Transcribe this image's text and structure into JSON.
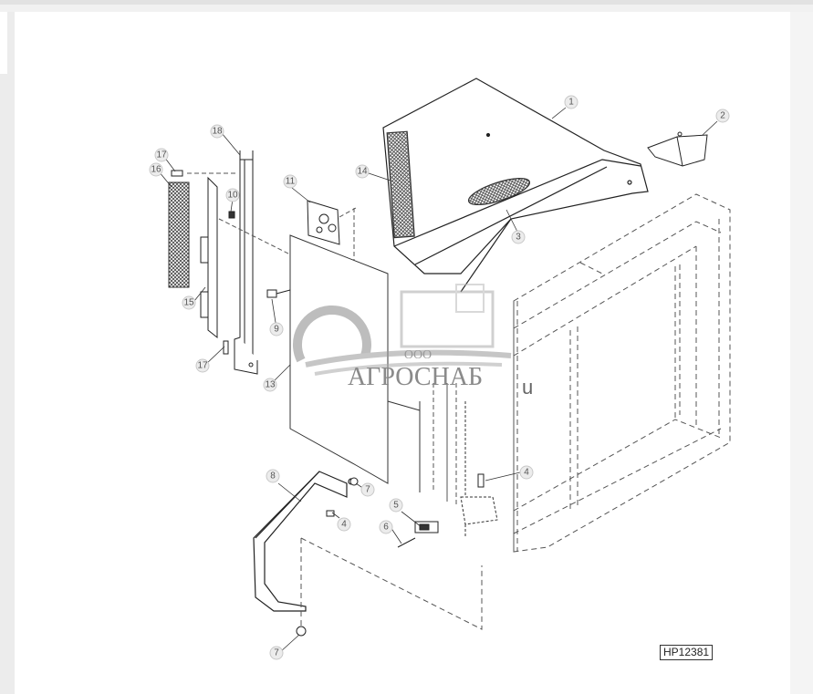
{
  "viewer": {
    "figure_id": "HP12381"
  },
  "watermark": {
    "company_prefix": "ООО",
    "company_name": "АГРОСНАБ",
    "suffix": "u",
    "color": "#9a9a9a"
  },
  "diagram": {
    "type": "exploded-parts-diagram",
    "callouts": [
      {
        "id": "1",
        "label": "1",
        "part": "top-cover-panel"
      },
      {
        "id": "2",
        "label": "2",
        "part": "bracket"
      },
      {
        "id": "3",
        "label": "3",
        "part": "screen-insert"
      },
      {
        "id": "4a",
        "label": "4",
        "part": "bolt"
      },
      {
        "id": "4b",
        "label": "4",
        "part": "bolt"
      },
      {
        "id": "5",
        "label": "5",
        "part": "latch"
      },
      {
        "id": "6",
        "label": "6",
        "part": "screw"
      },
      {
        "id": "7a",
        "label": "7",
        "part": "nut"
      },
      {
        "id": "7b",
        "label": "7",
        "part": "nut"
      },
      {
        "id": "8",
        "label": "8",
        "part": "support-arm"
      },
      {
        "id": "9",
        "label": "9",
        "part": "clip"
      },
      {
        "id": "10",
        "label": "10",
        "part": "nut-clip"
      },
      {
        "id": "11",
        "label": "11",
        "part": "decal-plate"
      },
      {
        "id": "13",
        "label": "13",
        "part": "side-panel"
      },
      {
        "id": "14",
        "label": "14",
        "part": "side-screen"
      },
      {
        "id": "15",
        "label": "15",
        "part": "hinge-plate"
      },
      {
        "id": "16",
        "label": "16",
        "part": "screen"
      },
      {
        "id": "17a",
        "label": "17",
        "part": "bolt"
      },
      {
        "id": "17b",
        "label": "17",
        "part": "bolt"
      },
      {
        "id": "18",
        "label": "18",
        "part": "vertical-channel"
      }
    ]
  }
}
